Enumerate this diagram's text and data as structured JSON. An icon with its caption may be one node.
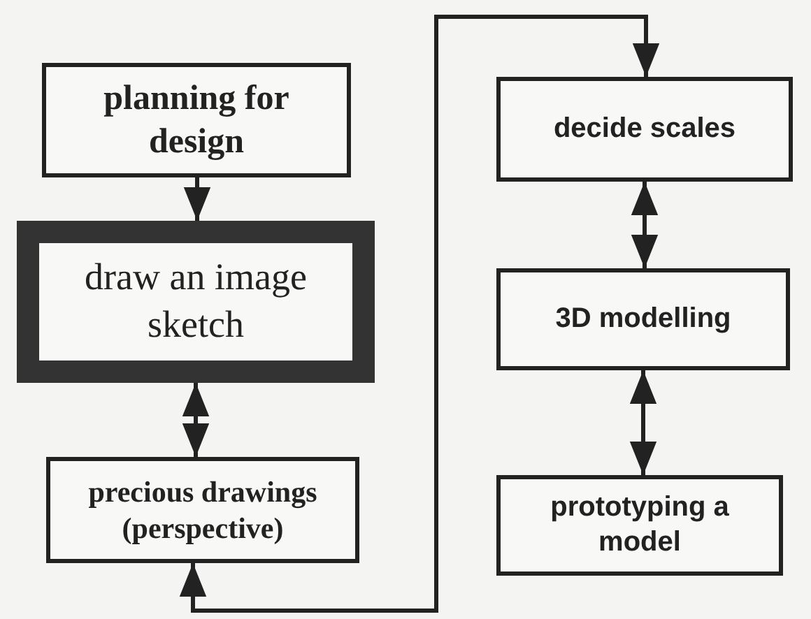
{
  "diagram": {
    "nodes": [
      {
        "text": [
          "planning for design"
        ]
      },
      {
        "text": [
          "draw an image sketch"
        ]
      },
      {
        "text": [
          "precious drawings (perspective)"
        ]
      },
      {
        "text": [
          "decide scales"
        ]
      },
      {
        "text": [
          "3D modelling"
        ]
      },
      {
        "text": [
          "prototyping a model"
        ]
      }
    ],
    "edges": [
      {
        "from": 0,
        "to": 1,
        "arrow": "to"
      },
      {
        "from": 1,
        "to": 2,
        "arrow": "both"
      },
      {
        "from": 2,
        "to": 3,
        "arrow": "both"
      },
      {
        "from": 3,
        "to": 4,
        "arrow": "both"
      },
      {
        "from": 4,
        "to": 5,
        "arrow": "both"
      }
    ]
  }
}
